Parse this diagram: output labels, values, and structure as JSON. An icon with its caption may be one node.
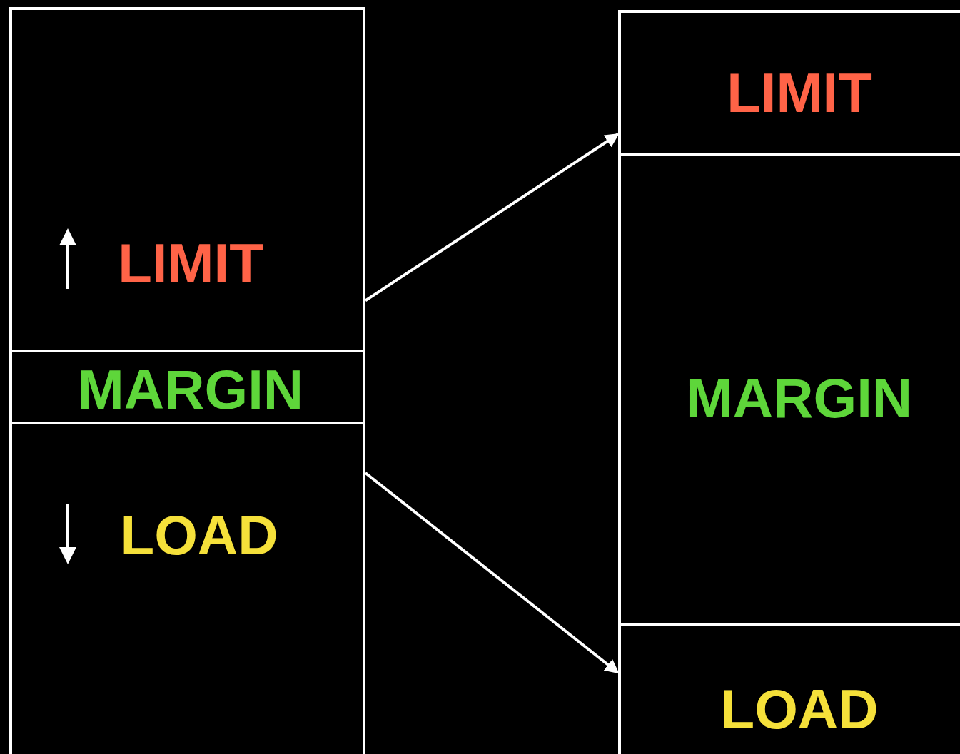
{
  "diagram": {
    "nodes": [
      {
        "text": [
          "LIMIT"
        ]
      },
      {
        "text": [
          "MARGIN"
        ]
      },
      {
        "text": [
          "LOAD"
        ]
      },
      {
        "text": [
          "LIMIT"
        ]
      },
      {
        "text": [
          "MARGIN"
        ]
      },
      {
        "text": [
          "LOAD"
        ]
      }
    ],
    "edges": [
      {
        "from": 0,
        "to": 3,
        "arrow": "to"
      },
      {
        "from": 2,
        "to": 5,
        "arrow": "to"
      }
    ]
  }
}
